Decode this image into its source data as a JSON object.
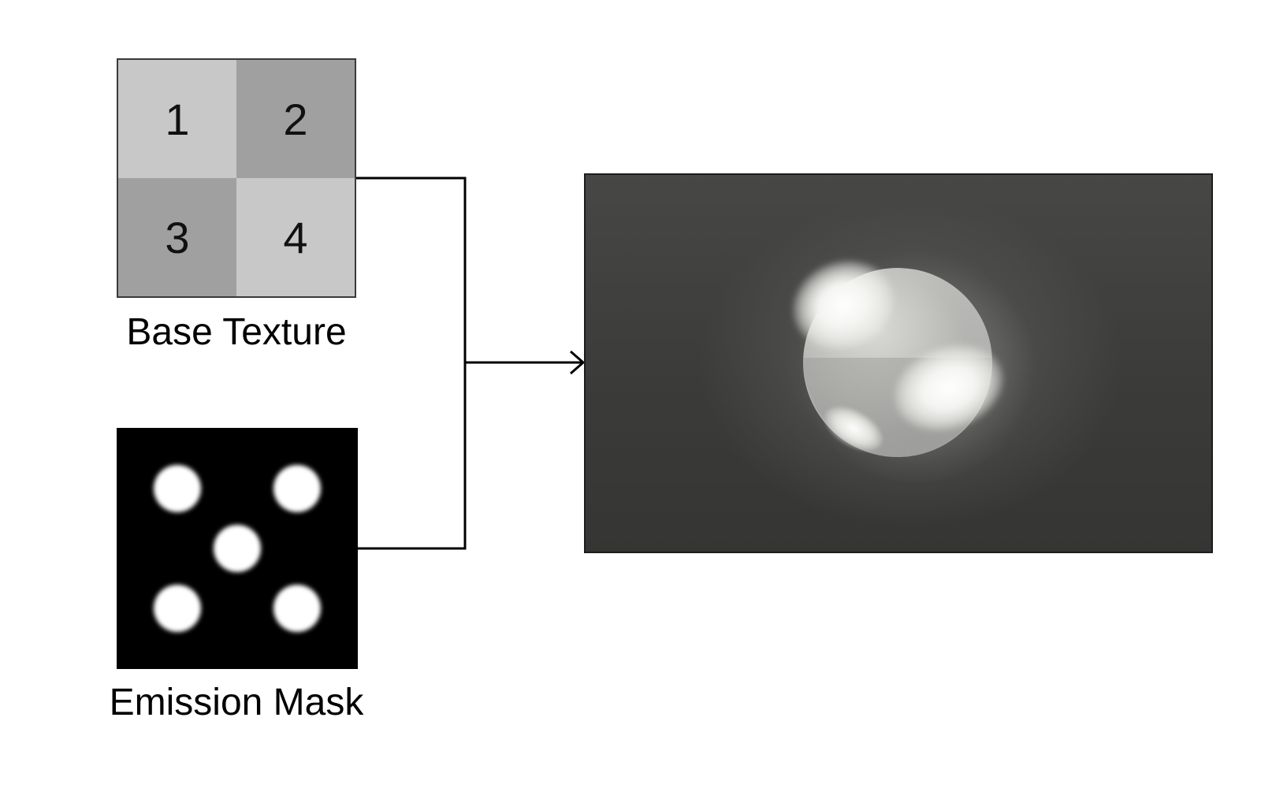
{
  "base_texture": {
    "caption": "Base Texture",
    "tiles": [
      "1",
      "2",
      "3",
      "4"
    ]
  },
  "emission_mask": {
    "caption": "Emission Mask",
    "spot_count": 5
  },
  "colors": {
    "tile_light": "#c8c8c8",
    "tile_dark": "#a0a0a0",
    "mask_background": "#000000",
    "mask_spots": "#ffffff",
    "connector": "#000000",
    "render_background": "#3f3f3e"
  }
}
